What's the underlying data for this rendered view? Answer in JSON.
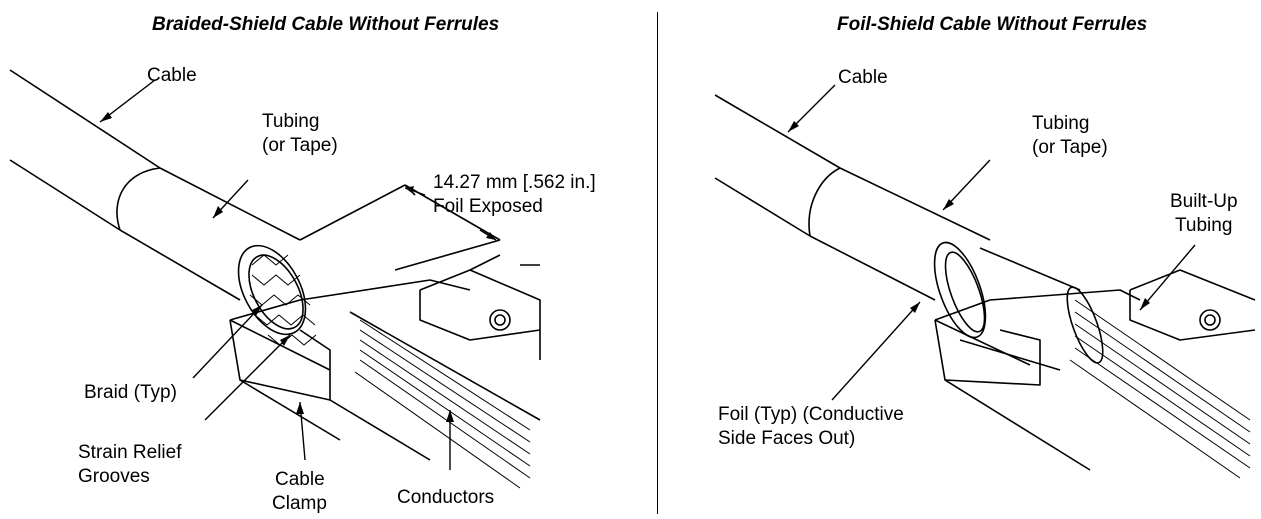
{
  "left_panel": {
    "title": "Braided-Shield Cable Without Ferrules",
    "labels": {
      "cable": "Cable",
      "tubing_line1": "Tubing",
      "tubing_line2": "(or Tape)",
      "dimension_line1": "14.27 mm [.562 in.]",
      "dimension_line2": "Foil Exposed",
      "braid": "Braid (Typ)",
      "strain_relief_line1": "Strain Relief",
      "strain_relief_line2": "Grooves",
      "cable_clamp_line1": "Cable",
      "cable_clamp_line2": "Clamp",
      "conductors": "Conductors"
    }
  },
  "right_panel": {
    "title": "Foil-Shield Cable Without Ferrules",
    "labels": {
      "cable": "Cable",
      "tubing_line1": "Tubing",
      "tubing_line2": "(or Tape)",
      "built_up_line1": "Built-Up",
      "built_up_line2": "Tubing",
      "foil_line1": "Foil (Typ) (Conductive",
      "foil_line2": "Side Faces Out)"
    }
  }
}
